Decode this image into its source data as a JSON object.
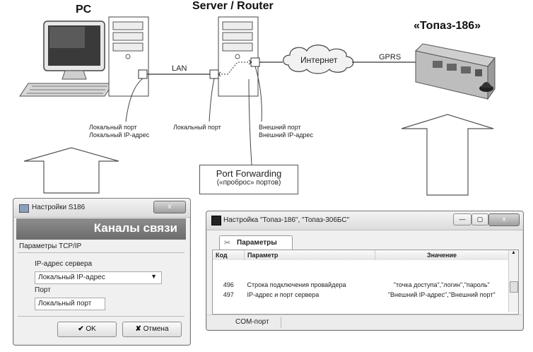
{
  "diagram": {
    "pc_title": "PC",
    "server_title": "Server / Router",
    "device_title": "«Топаз-186»",
    "lan_label": "LAN",
    "internet_label": "Интернет",
    "gprs_label": "GPRS",
    "pc_port_label": "Локальный порт\nЛокальный IP-адрес",
    "server_local_port_label": "Локальный порт",
    "server_external_label": "Внешний порт\nВнешний IP-адрес",
    "port_forwarding_title": "Port Forwarding",
    "port_forwarding_sub": "(«проброс» портов)"
  },
  "dialog_s186": {
    "title": "Настройки S186",
    "close_label": "x",
    "header": "Каналы связи",
    "section": "Параметры TCP/IP",
    "server_ip_label": "IP-адрес сервера",
    "server_ip_value": "Локальный IP-адрес",
    "port_label": "Порт",
    "port_value": "Локальный порт",
    "ok_label": "OK",
    "cancel_label": "Отмена"
  },
  "dialog_topaz": {
    "title": "Настройка \"Топаз-186\", \"Топаз-306БС\"",
    "tab_label": "Параметры",
    "columns": [
      "Код",
      "Параметр",
      "Значение"
    ],
    "rows": [
      {
        "code": "496",
        "param": "Строка подключения провайдера",
        "value": "\"точка доступа\",\"логин\",\"пароль\""
      },
      {
        "code": "497",
        "param": "IP-адрес и порт сервера",
        "value": "\"Внешний IP-адрес\",\"Внешний порт\""
      }
    ],
    "status": "COM-порт"
  }
}
